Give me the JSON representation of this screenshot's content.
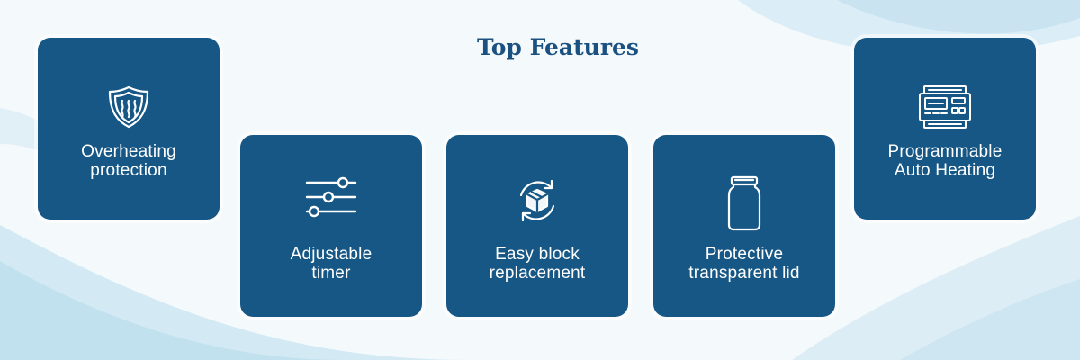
{
  "page": {
    "title": "Top Features"
  },
  "colors": {
    "card_bg": "#165785",
    "title": "#1b5180",
    "background": "#f4f9fc",
    "wave": "#cfe6f1"
  },
  "features": [
    {
      "line1": "Overheating",
      "line2": "protection",
      "icon": "shield-heat-icon"
    },
    {
      "line1": "Adjustable",
      "line2": "timer",
      "icon": "sliders-icon"
    },
    {
      "line1": "Easy block",
      "line2": "replacement",
      "icon": "box-refresh-icon"
    },
    {
      "line1": "Protective",
      "line2": "transparent lid",
      "icon": "jar-icon"
    },
    {
      "line1": "Programmable",
      "line2": "Auto Heating",
      "icon": "controller-module-icon"
    }
  ]
}
